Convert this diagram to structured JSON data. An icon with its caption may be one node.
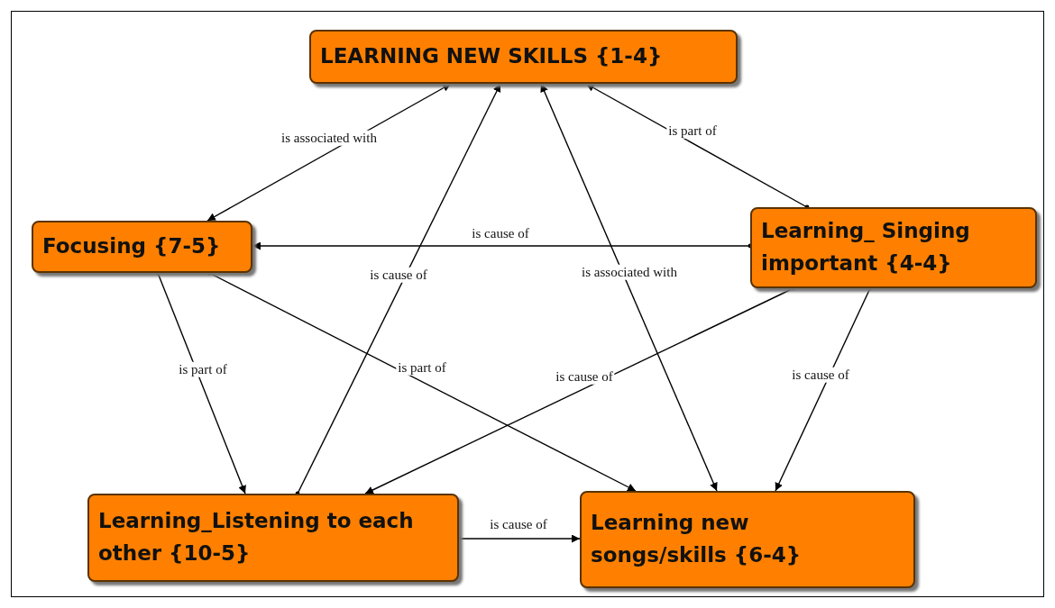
{
  "diagram": {
    "nodes": [
      {
        "text": [
          "LEARNING NEW SKILLS {1-4}"
        ]
      },
      {
        "text": [
          "Focusing {7-5}"
        ]
      },
      {
        "text": [
          "Learning_ Singing important {4-4}"
        ]
      },
      {
        "text": [
          "Learning_Listening to each other {10-5}"
        ]
      },
      {
        "text": [
          "Learning new songs/skills {6-4}"
        ]
      }
    ],
    "edges": [
      {
        "from": 1,
        "to": 0,
        "arrow": "both",
        "label": "is associated with"
      },
      {
        "from": 2,
        "to": 0,
        "arrow": "to",
        "label": "is part of"
      },
      {
        "from": 2,
        "to": 1,
        "arrow": "to",
        "label": "is cause of"
      },
      {
        "from": 3,
        "to": 0,
        "arrow": "to",
        "label": "is cause of"
      },
      {
        "from": 4,
        "to": 0,
        "arrow": "both",
        "label": "is associated with"
      },
      {
        "from": 1,
        "to": 3,
        "arrow": "to",
        "label": "is part of"
      },
      {
        "from": 1,
        "to": 4,
        "arrow": "to",
        "label": "is part of"
      },
      {
        "from": 2,
        "to": 3,
        "arrow": "to",
        "label": "is cause of"
      },
      {
        "from": 2,
        "to": 4,
        "arrow": "to",
        "label": "is cause of"
      },
      {
        "from": 3,
        "to": 4,
        "arrow": "to",
        "label": "is cause of"
      }
    ]
  }
}
